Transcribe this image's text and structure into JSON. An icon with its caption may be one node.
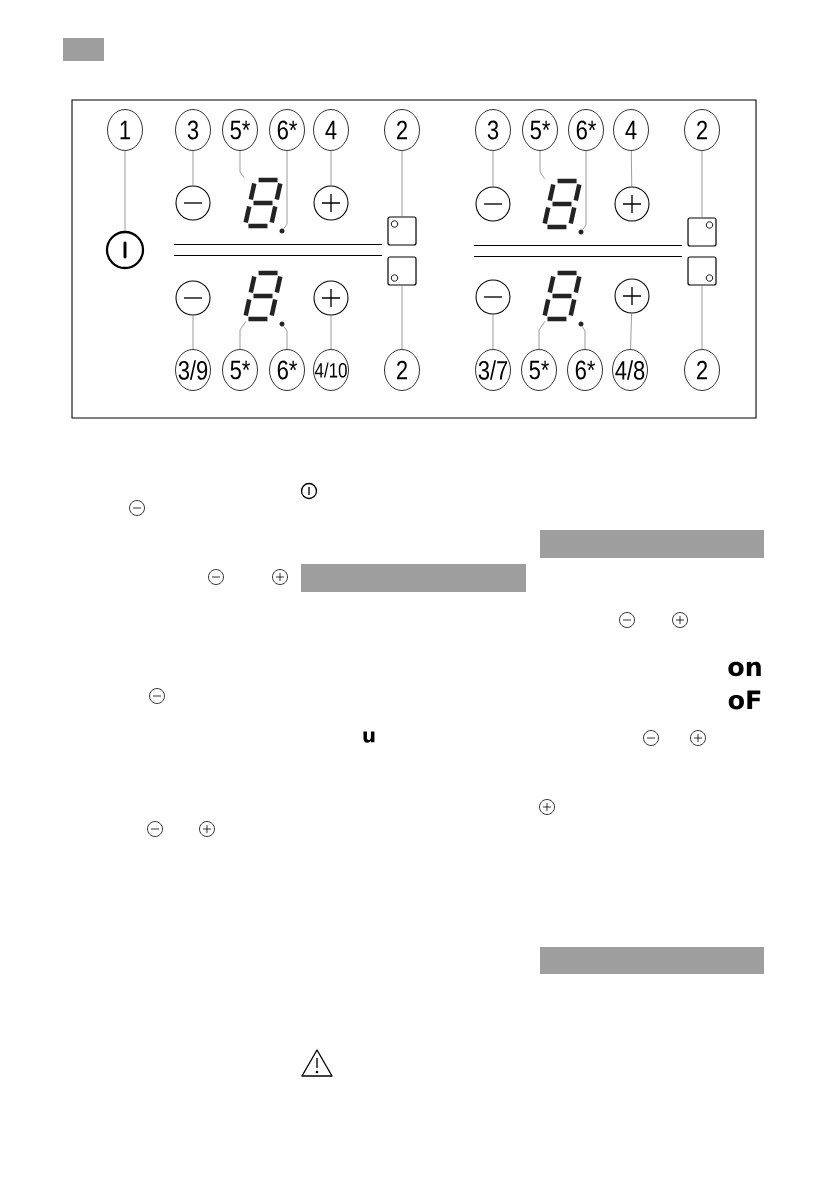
{
  "diagram": {
    "nodes": [
      {
        "text": [
          "1"
        ]
      },
      {
        "text": [
          "3"
        ]
      },
      {
        "text": [
          "5*"
        ]
      },
      {
        "text": [
          "6*"
        ]
      },
      {
        "text": [
          "4"
        ]
      },
      {
        "text": [
          "2"
        ]
      },
      {
        "text": [
          "3"
        ]
      },
      {
        "text": [
          "5*"
        ]
      },
      {
        "text": [
          "6*"
        ]
      },
      {
        "text": [
          "4"
        ]
      },
      {
        "text": [
          "2"
        ]
      },
      {
        "text": [],
        "shape": "circle"
      },
      {
        "text": [],
        "shape": "picture"
      },
      {
        "text": [],
        "shape": "circle"
      },
      {
        "text": [],
        "shape": "circle"
      },
      {
        "text": [],
        "shape": "picture"
      },
      {
        "text": [],
        "shape": "circle"
      },
      {
        "text": [],
        "shape": "circle"
      },
      {
        "text": [],
        "shape": "circle"
      },
      {
        "text": [],
        "shape": "box"
      },
      {
        "text": [],
        "shape": "box"
      },
      {
        "text": [],
        "shape": "circle"
      },
      {
        "text": [],
        "shape": "box"
      },
      {
        "text": [],
        "shape": "box"
      },
      {
        "text": [],
        "shape": "circle"
      },
      {
        "text": [],
        "shape": "picture"
      },
      {
        "text": [],
        "shape": "circle"
      },
      {
        "text": [],
        "shape": "circle"
      },
      {
        "text": [],
        "shape": "picture"
      },
      {
        "text": [],
        "shape": "circle"
      },
      {
        "text": [],
        "shape": "circle"
      },
      {
        "text": [],
        "shape": "circle"
      },
      {
        "text": [
          "3/9"
        ]
      },
      {
        "text": [
          "5*"
        ]
      },
      {
        "text": [
          "6*"
        ]
      },
      {
        "text": [
          "4/10"
        ]
      },
      {
        "text": [
          "2"
        ]
      },
      {
        "text": [
          "3/7"
        ]
      },
      {
        "text": [
          "5*"
        ]
      },
      {
        "text": [
          "6*"
        ]
      },
      {
        "text": [
          "4/8"
        ]
      },
      {
        "text": [
          "2"
        ]
      },
      {
        "text": [],
        "shape": "bar"
      },
      {
        "text": [],
        "shape": "bar"
      },
      {
        "text": [],
        "shape": "bar"
      }
    ],
    "edges": [
      {
        "from": 0,
        "to": 21,
        "arrow": "none"
      },
      {
        "from": 1,
        "to": 11,
        "arrow": "none"
      },
      {
        "from": 2,
        "to": 12,
        "arrow": "none"
      },
      {
        "from": 3,
        "to": 17,
        "arrow": "none"
      },
      {
        "from": 4,
        "to": 13,
        "arrow": "none"
      },
      {
        "from": 5,
        "to": 19,
        "arrow": "none"
      },
      {
        "from": 6,
        "to": 14,
        "arrow": "none"
      },
      {
        "from": 7,
        "to": 15,
        "arrow": "none"
      },
      {
        "from": 8,
        "to": 18,
        "arrow": "none"
      },
      {
        "from": 9,
        "to": 16,
        "arrow": "none"
      },
      {
        "from": 10,
        "to": 20,
        "arrow": "none"
      },
      {
        "from": 32,
        "to": 24,
        "arrow": "none"
      },
      {
        "from": 33,
        "to": 25,
        "arrow": "none"
      },
      {
        "from": 34,
        "to": 30,
        "arrow": "none"
      },
      {
        "from": 35,
        "to": 26,
        "arrow": "none"
      },
      {
        "from": 36,
        "to": 22,
        "arrow": "none"
      },
      {
        "from": 37,
        "to": 27,
        "arrow": "none"
      },
      {
        "from": 38,
        "to": 28,
        "arrow": "none"
      },
      {
        "from": 39,
        "to": 31,
        "arrow": "none"
      },
      {
        "from": 40,
        "to": 29,
        "arrow": "none"
      },
      {
        "from": 41,
        "to": 23,
        "arrow": "none"
      }
    ],
    "labels": [
      "u",
      "on",
      "oF"
    ]
  }
}
